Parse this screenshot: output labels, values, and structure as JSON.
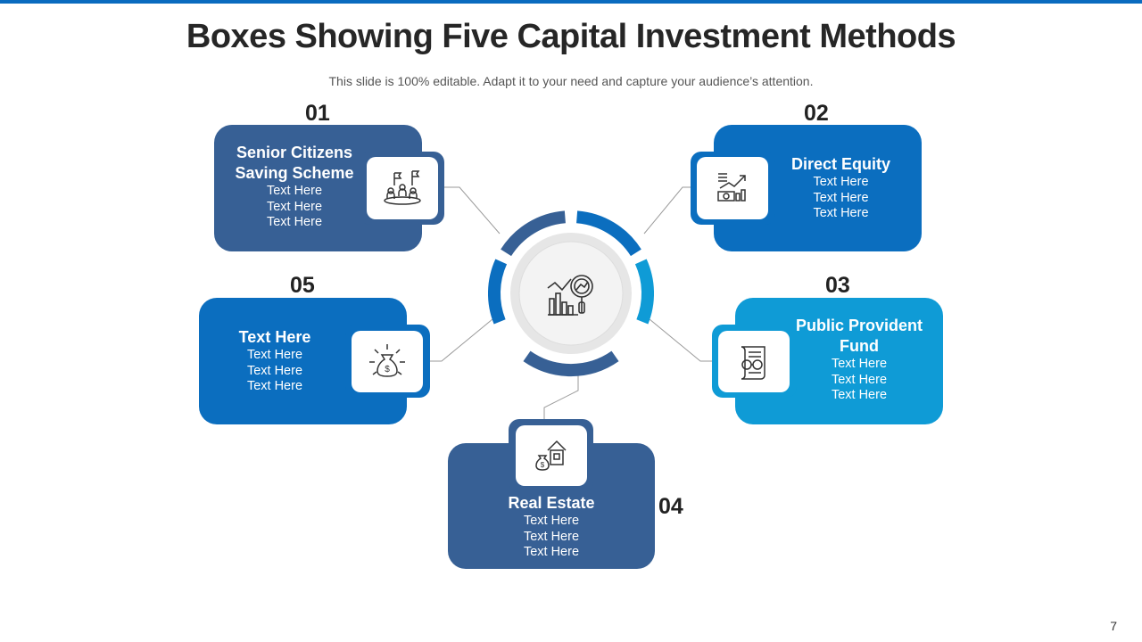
{
  "title": "Boxes Showing Five Capital Investment Methods",
  "subtitle": "This slide is 100% editable. Adapt it to your need and capture your audience’s attention.",
  "page_number": "7",
  "colors": {
    "dark": "#376095",
    "mid": "#0b6ebf",
    "light": "#0f9bd6",
    "ring_gray": "#d9d9d9"
  },
  "items": [
    {
      "num": "01",
      "head": "Senior Citizens Saving Scheme",
      "lines": [
        "Text Here",
        "Text Here",
        "Text Here"
      ],
      "icon": "team-flags-icon"
    },
    {
      "num": "02",
      "head": "Direct Equity",
      "lines": [
        "Text Here",
        "Text Here",
        "Text Here"
      ],
      "icon": "growth-money-icon"
    },
    {
      "num": "03",
      "head": "Public Provident Fund",
      "lines": [
        "Text Here",
        "Text Here",
        "Text Here"
      ],
      "icon": "certificate-icon"
    },
    {
      "num": "04",
      "head": "Real Estate",
      "lines": [
        "Text Here",
        "Text Here",
        "Text Here"
      ],
      "icon": "house-money-icon"
    },
    {
      "num": "05",
      "head": "Text Here",
      "lines": [
        "Text Here",
        "Text Here",
        "Text Here"
      ],
      "icon": "money-bag-icon"
    }
  ],
  "center_icon": "chart-magnifier-icon"
}
